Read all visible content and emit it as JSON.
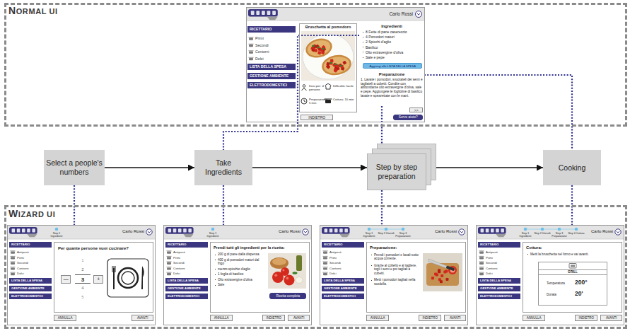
{
  "diagram": {
    "nodes": [
      {
        "text": [
          "NORMAL UI"
        ]
      },
      {
        "text": [
          "Carlo Rossi"
        ],
        "in": 0
      },
      {
        "text": [
          "RICETTARIO",
          "Primi",
          "Secondi",
          "Contorni",
          "Dolci",
          "LISTA DELLA SPESA",
          "GESTIONE AMBIENTE",
          "ELETTRODOMESTICI"
        ],
        "in": 1
      },
      {
        "text": [
          "Bruschetta al pomodoro"
        ],
        "in": 1
      },
      {
        "text": [
          "Dosi per: 4 persone",
          "Difficoltà: facile",
          "Preparazione: 5 min",
          "Cottura: 10 min"
        ],
        "in": 3
      },
      {
        "text": [
          "Ingredienti",
          "8 Fette di pane casereccio",
          "4 Pomodori maturi",
          "2 Spicchi d'aglio",
          "Basilico",
          "Olio extravergine d'oliva",
          "Sale e pepe"
        ],
        "in": 1
      },
      {
        "text": [
          "Aggiungi alla LISTA DELLA SPESA"
        ],
        "in": 5
      },
      {
        "text": [
          "Preparazione",
          "1. Lavate i pomodori, svuotateli dei semi e tagliateli a cubetti. Condite con abbondante olio extravergine d'oliva, sale e pepe. Aggiungete le foglioline di basilico lavate e spezzettate con le mani."
        ],
        "in": 1
      },
      {
        "text": [
          ">>"
        ],
        "in": 1
      },
      {
        "text": [
          "INDIETRO"
        ],
        "in": 1
      },
      {
        "text": [
          "Serve aiuto?"
        ],
        "in": 1
      },
      {
        "text": [
          "Select a people's numbers"
        ]
      },
      {
        "text": [
          "Take Ingredients"
        ]
      },
      {
        "text": [
          "Step by step preparation"
        ]
      },
      {
        "text": [
          "Cooking"
        ]
      },
      {
        "text": [
          "WIZARD UI"
        ]
      },
      {
        "text": [
          "Carlo Rossi",
          "Step 1 Ingredienti"
        ],
        "in": 15
      },
      {
        "text": [
          "RICETTARIO",
          "Antipasti",
          "Primi",
          "Secondi",
          "Contorni",
          "Dolci",
          "LISTA DELLA SPESA",
          "GESTIONE AMBIENTE",
          "ELETTRODOMESTICI"
        ],
        "in": 16
      },
      {
        "text": [
          "Per quante persone vuoi cucinare?"
        ],
        "in": 16
      },
      {
        "text": [
          "1",
          "2",
          "3",
          "4",
          "5"
        ],
        "in": 18
      },
      {
        "text": [
          "—"
        ],
        "in": 18
      },
      {
        "text": [
          "+"
        ],
        "in": 18
      },
      {
        "text": [
          "ANNULLA"
        ],
        "in": 16
      },
      {
        "text": [
          "AVANTI"
        ],
        "in": 16
      },
      {
        "text": [
          "Carlo Rossi",
          "Step 1 Ingredienti"
        ],
        "in": 15
      },
      {
        "text": [
          "RICETTARIO",
          "Antipasti",
          "Primi",
          "Secondi",
          "Contorni",
          "Dolci",
          "LISTA DELLA SPESA",
          "GESTIONE AMBIENTE",
          "ELETTRODOMESTICI"
        ],
        "in": 24
      },
      {
        "text": [
          "Prendi tutti gli ingredienti per la ricetta:",
          "200 g di pane dalla dispensa",
          "400 g di pomodori maturi dal frigo",
          "mezzo spicchio d'aglio",
          "1 foglia di basilico",
          "Olio extravergine d'oliva",
          "Sale"
        ],
        "in": 24
      },
      {
        "text": [
          "Ricetta completa"
        ],
        "in": 26
      },
      {
        "text": [
          "ANNULLA"
        ],
        "in": 24
      },
      {
        "text": [
          "INDIETRO"
        ],
        "in": 24
      },
      {
        "text": [
          "AVANTI"
        ],
        "in": 24
      },
      {
        "text": [
          "Carlo Rossi",
          "Step 1 Ingredienti",
          "Step 2 Utensili",
          "Step 3 Preparazione"
        ],
        "in": 15
      },
      {
        "text": [
          "RICETTARIO",
          "Antipasti",
          "Primi",
          "Secondi",
          "Contorni",
          "Dolci",
          "LISTA DELLA SPESA",
          "GESTIONE AMBIENTE",
          "ELETTRODOMESTICI"
        ],
        "in": 31
      },
      {
        "text": [
          "Preparazione:",
          "Prendi i pomodori e lavali sotto acqua corrente.",
          "Grazie al coltello e al tagliere, togli i semi e poi tagliali a cubetti.",
          "Metti i pomodori tagliati nella scodella."
        ],
        "in": 31
      },
      {
        "text": [
          "ANNULLA"
        ],
        "in": 31
      },
      {
        "text": [
          "INDIETRO"
        ],
        "in": 31
      },
      {
        "text": [
          "AVANTI"
        ],
        "in": 31
      },
      {
        "text": [
          "Carlo Rossi",
          "Step 1 Ingredienti",
          "Step 2 Utensili",
          "Step 3 Preparazione",
          "Step 4 Cottura"
        ],
        "in": 15
      },
      {
        "text": [
          "RICETTARIO",
          "Antipasti",
          "Primi",
          "Secondi",
          "Contorni",
          "Dolci",
          "LISTA DELLA SPESA",
          "GESTIONE AMBIENTE",
          "ELETTRODOMESTICI"
        ],
        "in": 37
      },
      {
        "text": [
          "Cottura:",
          "Metti la bruschetta nel forno e vai avanti."
        ],
        "in": 37
      },
      {
        "text": [
          "GRILL",
          "Temperatura",
          "200°",
          "Durata",
          "20'"
        ],
        "in": 39
      },
      {
        "text": [
          "ANNULLA"
        ],
        "in": 37
      },
      {
        "text": [
          "INDIETRO"
        ],
        "in": 37
      },
      {
        "text": [
          "AVANTI"
        ],
        "in": 37
      }
    ],
    "edges": [
      {
        "from": 5,
        "to": 12,
        "arrow": "none"
      },
      {
        "from": 7,
        "to": 13,
        "arrow": "none"
      },
      {
        "from": 7,
        "to": 14,
        "arrow": "none"
      },
      {
        "from": 11,
        "to": 12,
        "arrow": "to"
      },
      {
        "from": 12,
        "to": 13,
        "arrow": "to"
      },
      {
        "from": 13,
        "to": 14,
        "arrow": "to"
      },
      {
        "from": 11,
        "to": 16,
        "arrow": "none"
      },
      {
        "from": 12,
        "to": 24,
        "arrow": "none"
      },
      {
        "from": 13,
        "to": 31,
        "arrow": "none"
      },
      {
        "from": 14,
        "to": 37,
        "arrow": "none"
      }
    ]
  }
}
